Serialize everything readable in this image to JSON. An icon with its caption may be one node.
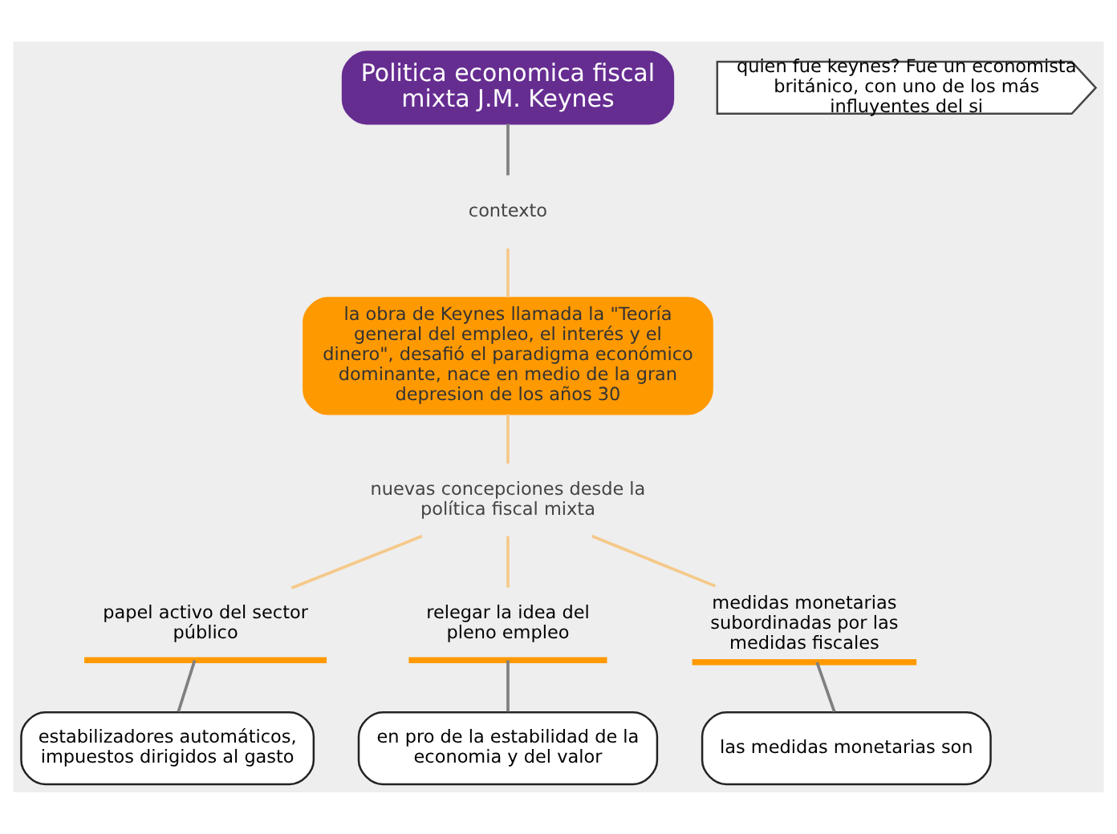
{
  "diagram": {
    "nodes": [
      {
        "text": [
          "Politica economica fiscal mixta J.M. Keynes"
        ]
      },
      {
        "text": [
          "contexto"
        ]
      },
      {
        "text": [
          "quien fue keynes? Fue un economista británico, con uno de los más influyentes del si"
        ]
      },
      {
        "text": [
          "la obra de Keynes llamada la \"Teoría general del empleo, el interés y el dinero\", desafió el paradigma económico dominante, nace en medio de la gran depresion de los años 30"
        ]
      },
      {
        "text": [
          "nuevas concepciones desde la política fiscal mixta"
        ]
      },
      {
        "text": [
          "papel activo del sector público"
        ]
      },
      {
        "text": [
          "relegar la idea del pleno empleo"
        ]
      },
      {
        "text": [
          "medidas monetarias subordinadas por las medidas fiscales"
        ]
      },
      {
        "text": [
          "estabilizadores automáticos, impuestos dirigidos al gasto"
        ]
      },
      {
        "text": [
          "en pro de la estabilidad de la economia y del valor"
        ]
      },
      {
        "text": [
          "las medidas monetarias son"
        ]
      }
    ],
    "edges": [
      {
        "from": 0,
        "to": 1,
        "arrow": "none",
        "color": "#808080"
      },
      {
        "from": 1,
        "to": 3,
        "arrow": "none"
      },
      {
        "from": 3,
        "to": 4,
        "arrow": "none"
      },
      {
        "from": 4,
        "to": 5,
        "arrow": "none"
      },
      {
        "from": 4,
        "to": 6,
        "arrow": "none"
      },
      {
        "from": 4,
        "to": 7,
        "arrow": "none"
      },
      {
        "from": 5,
        "to": 8,
        "arrow": "none",
        "color": "#808080"
      },
      {
        "from": 6,
        "to": 9,
        "arrow": "none",
        "color": "#808080"
      },
      {
        "from": 7,
        "to": 10,
        "arrow": "none",
        "color": "#808080"
      }
    ]
  }
}
